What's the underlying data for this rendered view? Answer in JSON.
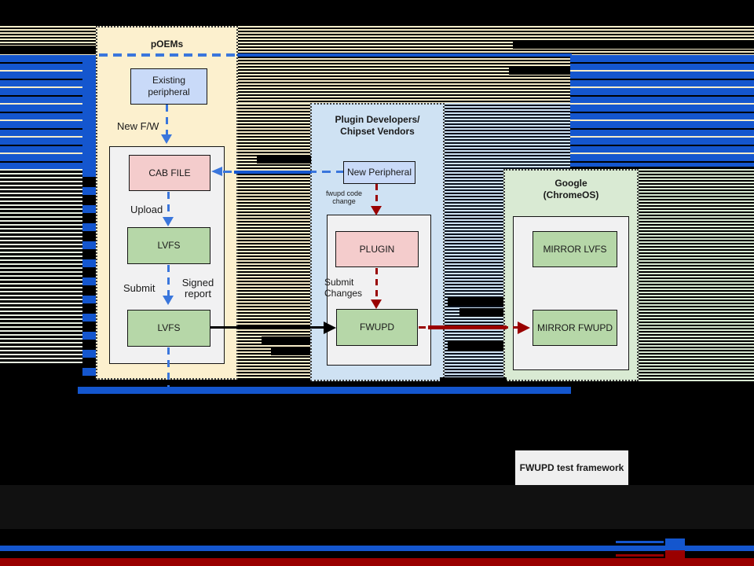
{
  "groups": {
    "poems": {
      "title": "pOEMs"
    },
    "plugin_devs": {
      "title_line1": "Plugin Developers/",
      "title_line2": "Chipset Vendors"
    },
    "google": {
      "title_line1": "Google",
      "title_line2": "(ChromeOS)"
    }
  },
  "nodes": {
    "existing_peripheral": "Existing peripheral",
    "cab_file": "CAB FILE",
    "lvfs_upload": "LVFS",
    "lvfs_submit": "LVFS",
    "new_peripheral": "New Peripheral",
    "plugin": "PLUGIN",
    "fwupd": "FWUPD",
    "mirror_lvfs": "MIRROR LVFS",
    "mirror_fwupd": "MIRROR FWUPD",
    "test_framework": "FWUPD test framework"
  },
  "edge_labels": {
    "new_fw": "New F/W",
    "upload": "Upload",
    "submit": "Submit",
    "signed_report": "Signed report",
    "fwupd_code_change": "fwupd code change",
    "submit_changes": "Submit Changes"
  },
  "edges": [
    {
      "from": "existing_peripheral",
      "to": "cab_file",
      "style": "dashed-blue",
      "label": "New F/W"
    },
    {
      "from": "cab_file",
      "to": "lvfs_upload",
      "style": "dashed-blue",
      "label": "Upload"
    },
    {
      "from": "lvfs_upload",
      "to": "lvfs_submit",
      "style": "dashed-blue",
      "labels": [
        "Submit",
        "Signed report"
      ]
    },
    {
      "from": "new_peripheral",
      "to": "cab_file",
      "style": "dashed-blue",
      "label": ""
    },
    {
      "from": "new_peripheral",
      "to": "plugin",
      "style": "dashed-red",
      "label": "fwupd code change"
    },
    {
      "from": "plugin",
      "to": "fwupd",
      "style": "dashed-red",
      "label": "Submit Changes"
    },
    {
      "from": "lvfs_submit",
      "to": "fwupd",
      "style": "solid-black",
      "label": ""
    },
    {
      "from": "fwupd",
      "to": "mirror_fwupd",
      "style": "dashed-red",
      "label": ""
    }
  ],
  "colors": {
    "background": "#000000",
    "poems_fill": "#fcf0ce",
    "plugin_devs_fill": "#cfe2f3",
    "google_fill": "#d9ead3",
    "peripheral_fill": "#c9daf8",
    "file_fill": "#f4cccc",
    "service_fill": "#b6d7a8",
    "subbox_fill": "#f1f1f2",
    "test_framework_fill": "#efefef",
    "arrow_blue": "#3a76dc",
    "arrow_red": "#990000",
    "glitch_blue": "#1456ce",
    "glitch_tan": "#f6ecc9",
    "bottom_blue_bar": "#1456ce",
    "bottom_red_bar": "#9a0000"
  }
}
